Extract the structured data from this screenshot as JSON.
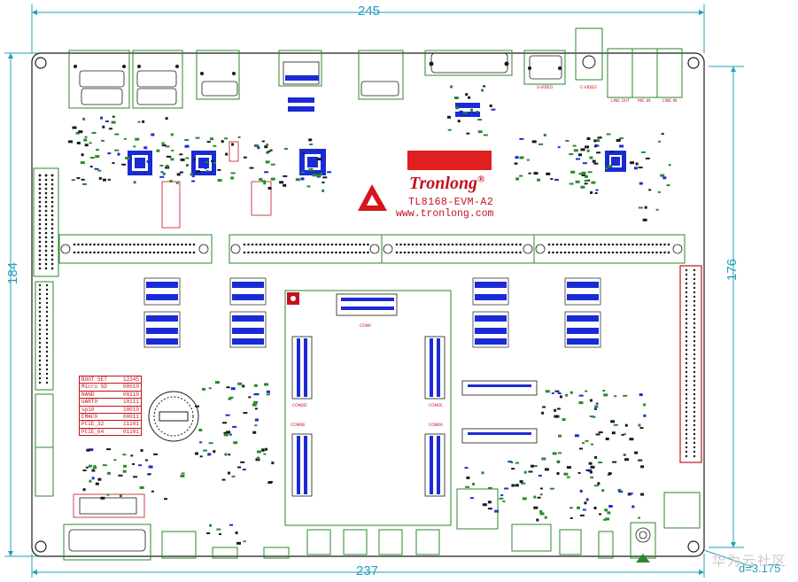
{
  "dimensions": {
    "top_width": "245",
    "bottom_width": "237",
    "left_height": "184",
    "right_height": "176",
    "hole_diameter": "d=3.175"
  },
  "branding": {
    "company": "Tronlong",
    "registered": "®",
    "model": "TL8168-EVM-A2",
    "url": "www.tronlong.com"
  },
  "boot_table": {
    "rows": [
      {
        "mode": "BOOT SET",
        "bits": "12345"
      },
      {
        "mode": "Micro SD",
        "bits": "00010"
      },
      {
        "mode": "NAND",
        "bits": "00110"
      },
      {
        "mode": "UART0",
        "bits": "10111"
      },
      {
        "mode": "spi0",
        "bits": "10010"
      },
      {
        "mode": "EMAC0",
        "bits": "00011"
      },
      {
        "mode": "PCIE_32",
        "bits": "11101"
      },
      {
        "mode": "PCIE_64",
        "bits": "01101"
      }
    ]
  },
  "labels": {
    "con0": "CON0",
    "con0b": "CON0B",
    "con0c": "CON0C",
    "con0d": "CON0D",
    "con0a": "CON0A",
    "line_out": "LINE OUT",
    "mic_in": "MIC IN",
    "line_in": "LINE IN",
    "s_video": "S-VIDEO",
    "c_video": "C-VIDEO"
  },
  "watermark": "华为云社区",
  "colors": {
    "board_outline": "#1a1a1a",
    "dimension": "#21a0b8",
    "silkscreen_green": "#2a8a2a",
    "chip_blue": "#1a2bd6",
    "brand_red": "#c1121f"
  }
}
